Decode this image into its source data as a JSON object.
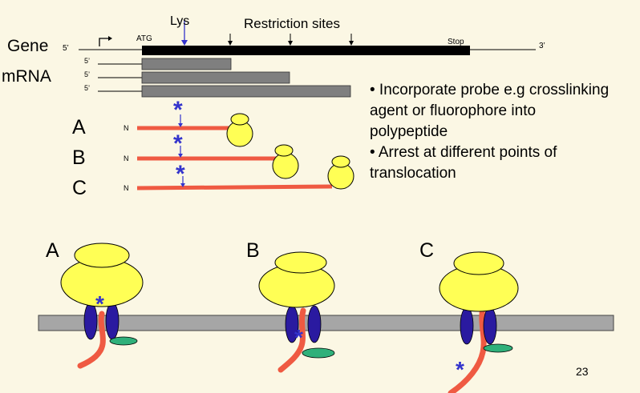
{
  "labels": {
    "gene": "Gene",
    "mrna": "mRNA",
    "five_prime": "5’",
    "three_prime": "3’",
    "atg": "ATG",
    "stop": "Stop",
    "lys": "Lys",
    "restriction_sites": "Restriction sites",
    "n_terminus": "N"
  },
  "constructs": [
    {
      "letter": "A"
    },
    {
      "letter": "B"
    },
    {
      "letter": "C"
    }
  ],
  "bullets": [
    "• Incorporate probe e.g crosslinking",
    "agent or fluorophore into",
    "polypeptide",
    "• Arrest at different points of",
    "translocation"
  ],
  "states": [
    {
      "letter": "A"
    },
    {
      "letter": "B"
    },
    {
      "letter": "C"
    }
  ],
  "probe_symbol": "*",
  "page_number": "23",
  "colors": {
    "background": "#fbf7e4",
    "ribosome": "#ffff55",
    "chain": "#ef5a42",
    "probe": "#3333cc",
    "gene_bar": "#000000",
    "mrna_bar": "#7f7f7f",
    "membrane": "#a6a6a6",
    "translocon": "#2a1aa0",
    "green_protein": "#2fb07a"
  }
}
